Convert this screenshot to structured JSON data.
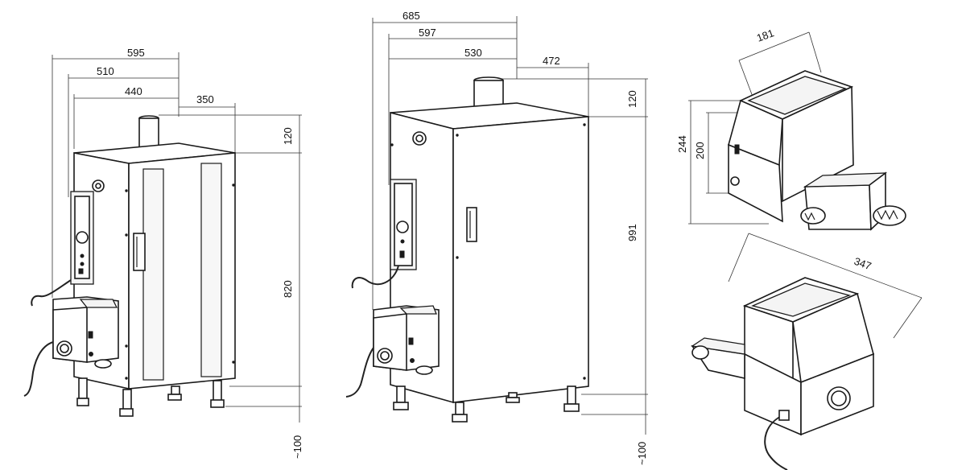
{
  "left_view": {
    "dims": {
      "w595": "595",
      "w510": "510",
      "w440": "440",
      "d350": "350",
      "h120": "120",
      "h820": "820",
      "h100": "~100"
    }
  },
  "middle_view": {
    "dims": {
      "w685": "685",
      "w597": "597",
      "w530": "530",
      "d472": "472",
      "h120": "120",
      "h991": "991",
      "h100": "~100"
    }
  },
  "hopper_top": {
    "dims": {
      "w181": "181",
      "h244": "244",
      "h200": "200"
    }
  },
  "hopper_bottom": {
    "dims": {
      "l347": "347"
    }
  }
}
